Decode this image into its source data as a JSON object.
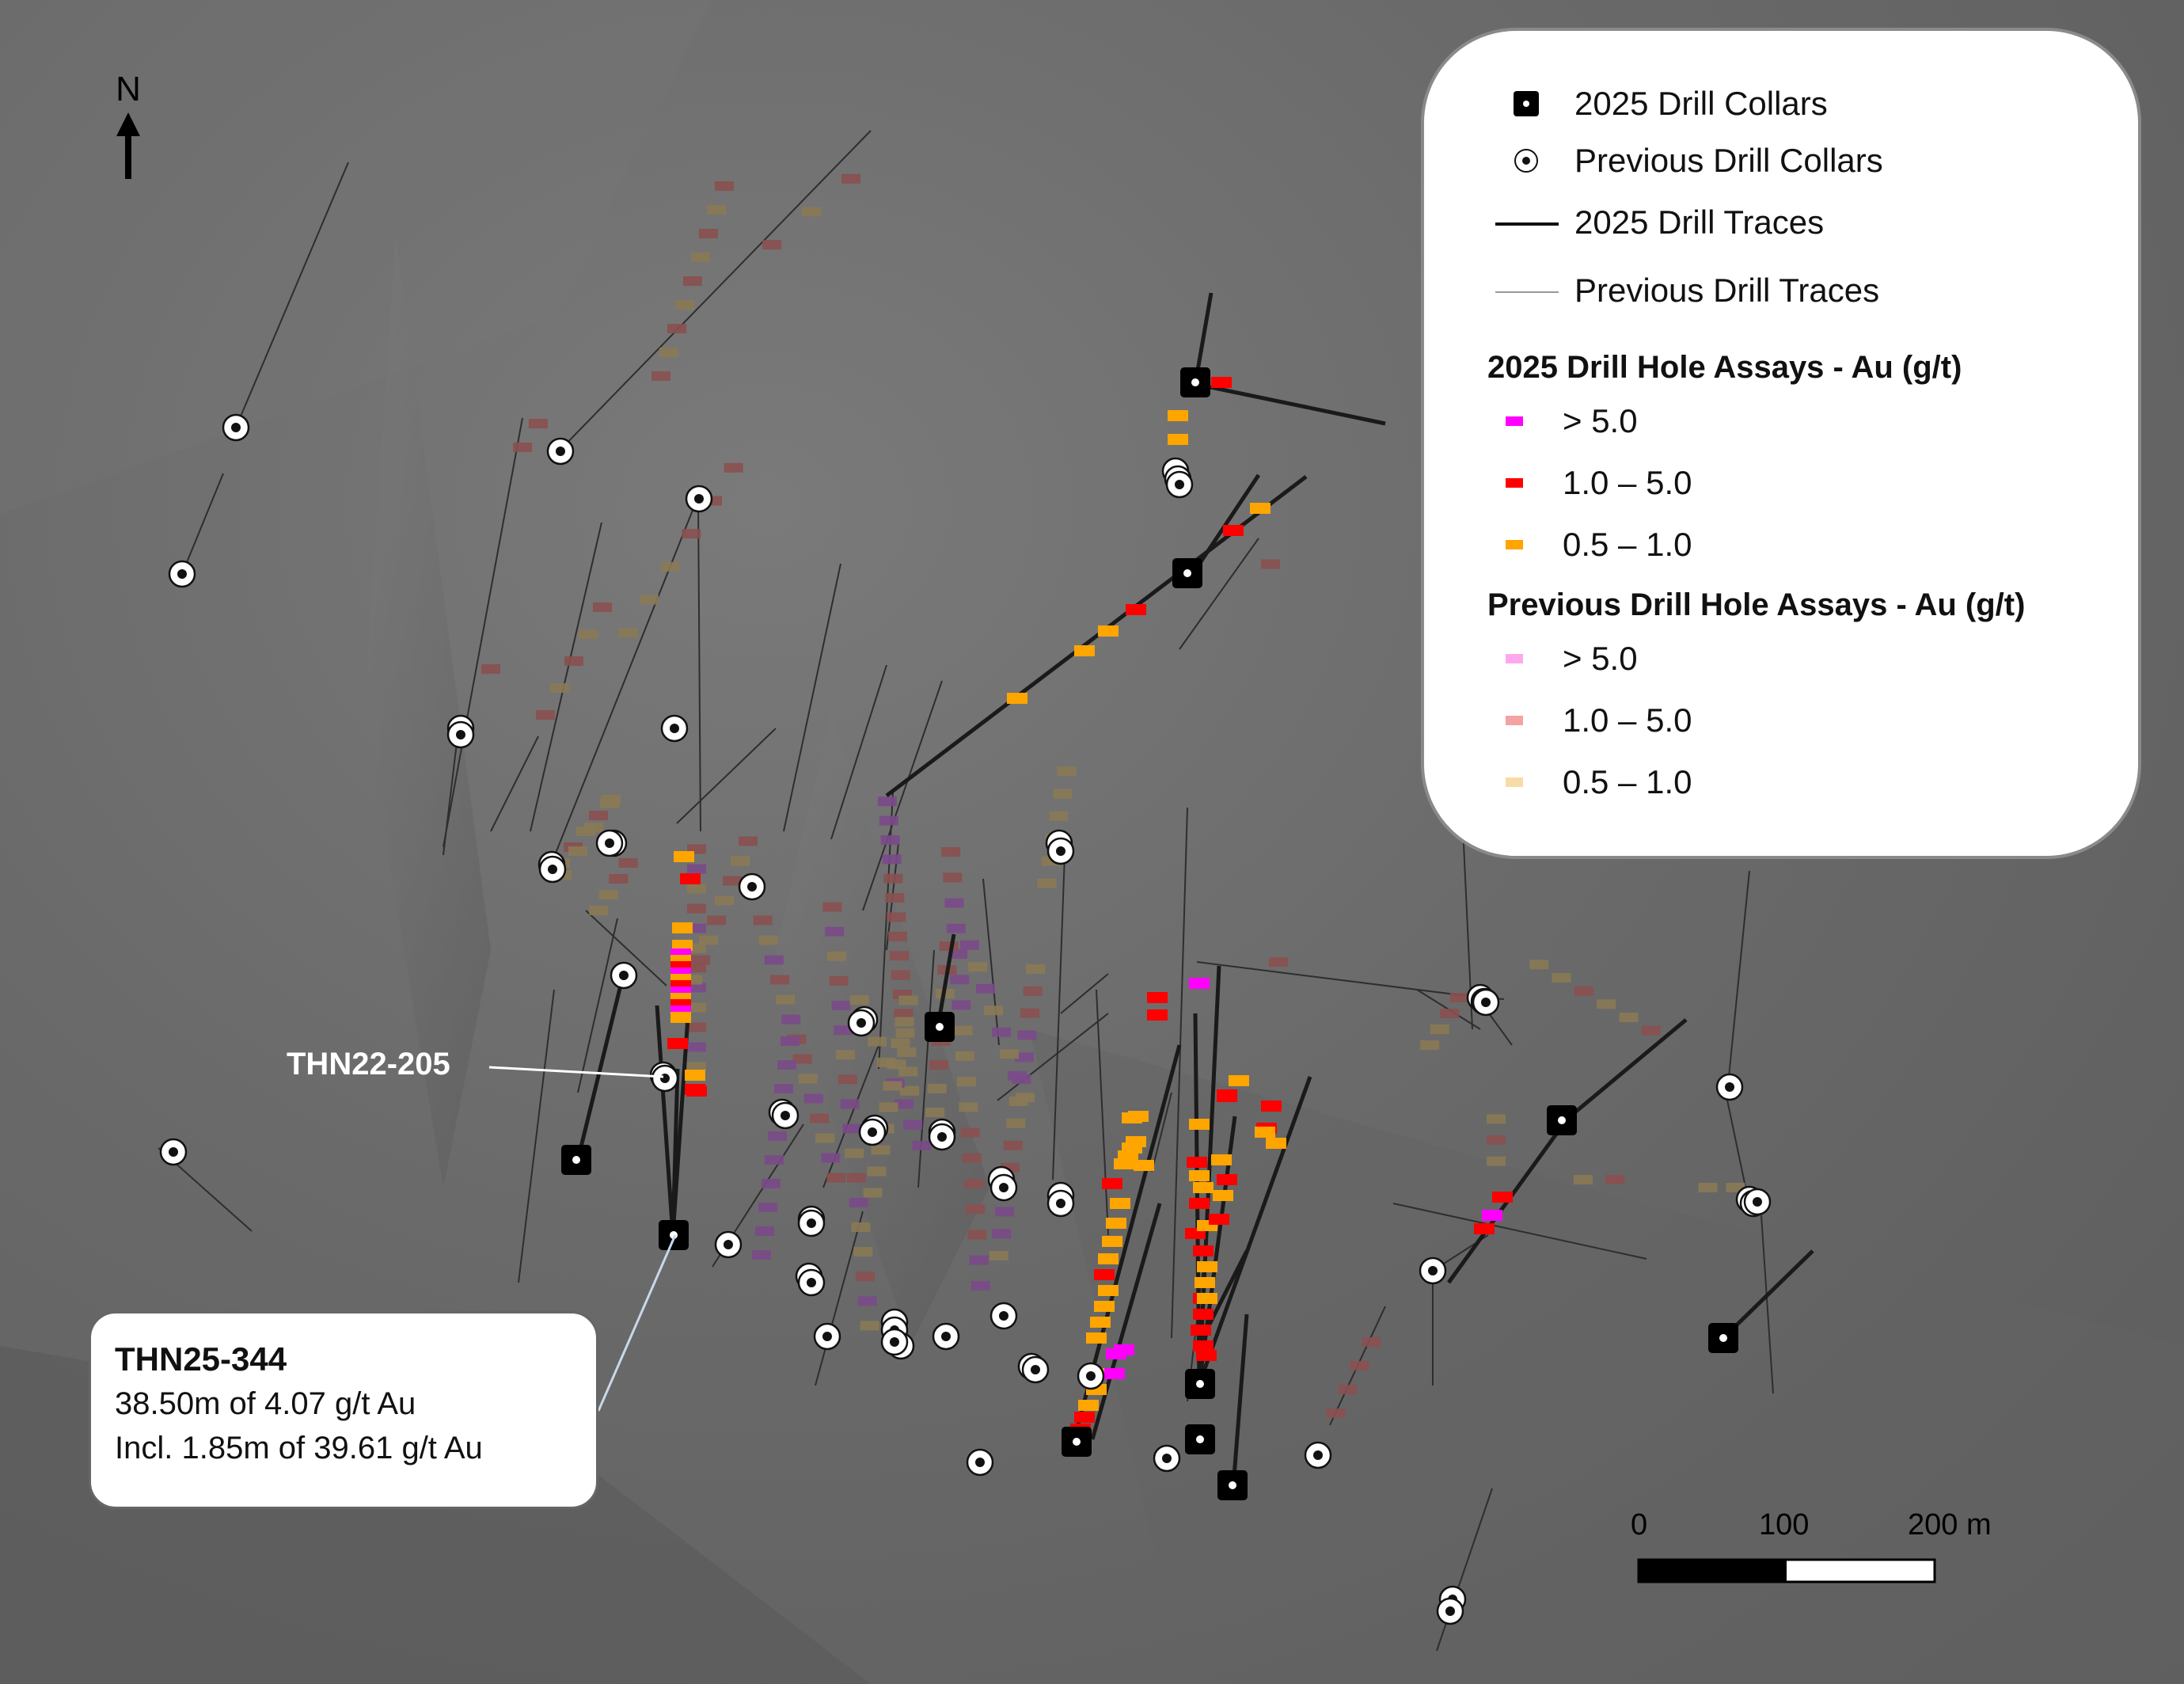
{
  "north_label": "N",
  "legend": {
    "collars_2025": "2025 Drill Collars",
    "collars_previous": "Previous Drill Collars",
    "traces_2025": "2025 Drill Traces",
    "traces_previous": "Previous Drill Traces",
    "assays_2025_title": "2025 Drill Hole Assays - Au (g/t)",
    "assays_2025": [
      {
        "label": "> 5.0",
        "color": "#ff00ff"
      },
      {
        "label": "1.0 – 5.0",
        "color": "#ff0000"
      },
      {
        "label": "0.5 – 1.0",
        "color": "#ffa500"
      }
    ],
    "assays_previous_title": "Previous Drill Hole Assays - Au (g/t)",
    "assays_previous": [
      {
        "label": "> 5.0",
        "color": "#ffa8f0"
      },
      {
        "label": "1.0 – 5.0",
        "color": "#f4a3a3"
      },
      {
        "label": "0.5 – 1.0",
        "color": "#f8dca8"
      }
    ]
  },
  "callouts": {
    "hole_label": "THN22-205",
    "box": {
      "title": "THN25-344",
      "line1": "38.50m of 4.07 g/t Au",
      "line2": "Incl. 1.85m of 39.61 g/t Au"
    }
  },
  "scale_bar": {
    "labels": [
      "0",
      "100",
      "200 m"
    ]
  },
  "colors": {
    "previous_assay_tan": "#8a7a55",
    "previous_assay_red": "#8a5050",
    "previous_assay_purple": "#7a4a8a"
  }
}
